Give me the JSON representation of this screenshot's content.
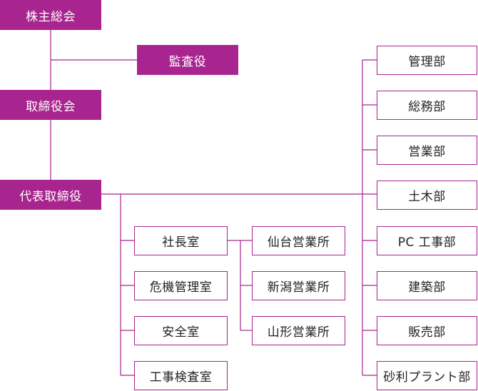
{
  "colors": {
    "accent": "#a8248e",
    "text_dark": "#222222",
    "text_light": "#ffffff"
  },
  "executive": {
    "shareholders": "株主総会",
    "auditor": "監査役",
    "board": "取締役会",
    "president": "代表取締役"
  },
  "staff_offices": [
    "社長室",
    "危機管理室",
    "安全室",
    "工事検査室"
  ],
  "branches": [
    "仙台営業所",
    "新潟営業所",
    "山形営業所"
  ],
  "departments": [
    "管理部",
    "総務部",
    "営業部",
    "土木部",
    "PC 工事部",
    "建築部",
    "販売部",
    "砂利プラント部"
  ]
}
